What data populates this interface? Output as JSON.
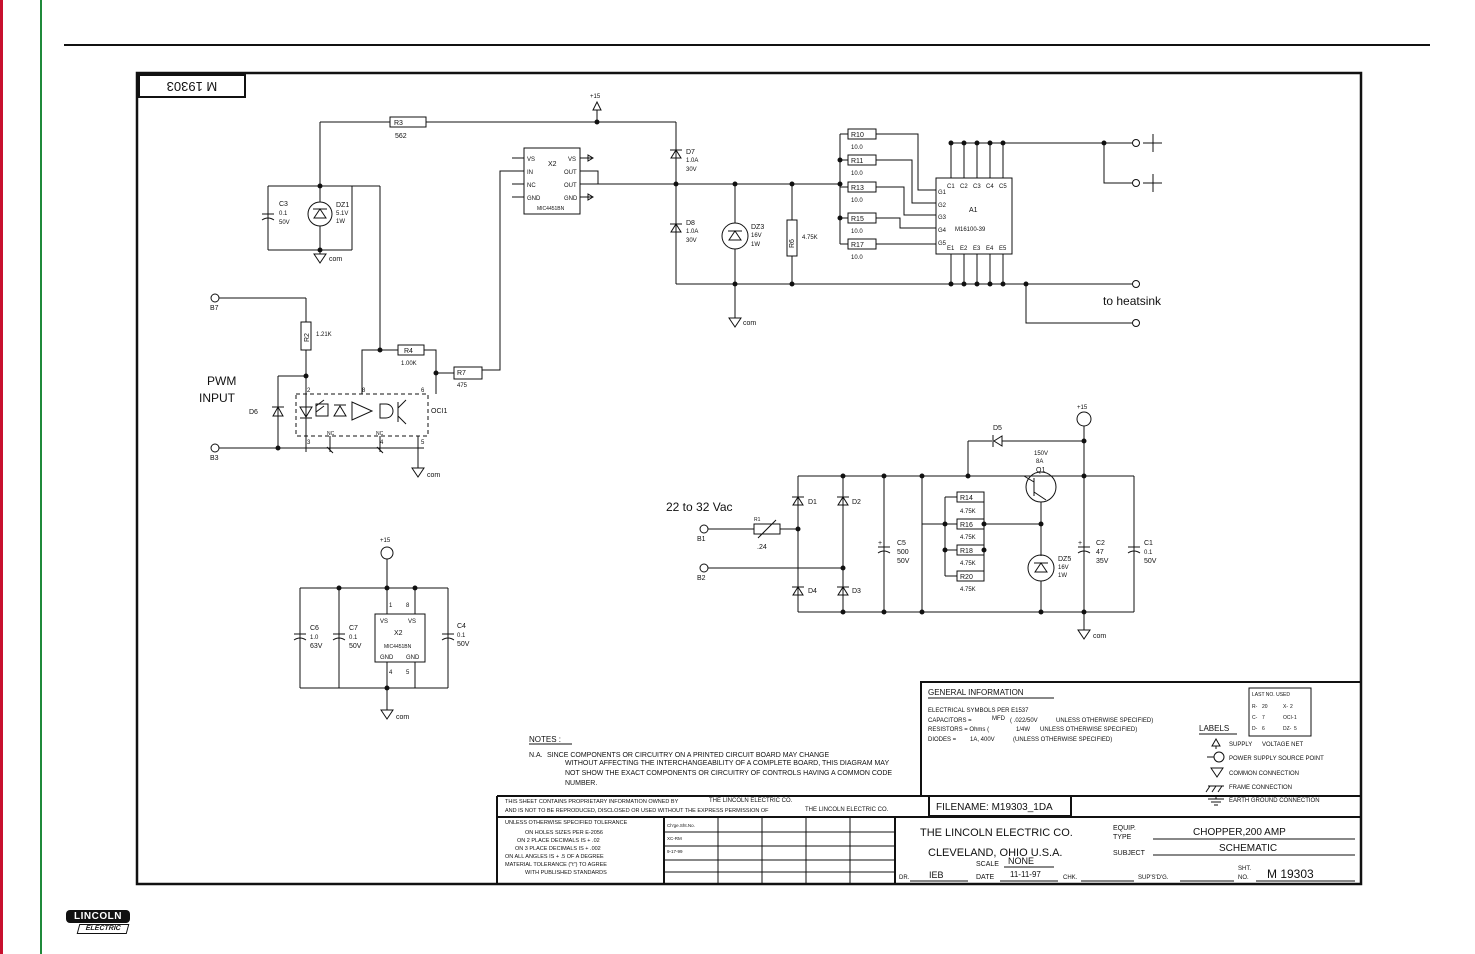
{
  "drawing": {
    "number_box": "M 19303",
    "title_text_at_top": "M 19303"
  },
  "signal": {
    "pwm_input": "PWM",
    "input_word": "INPUT",
    "to_heatsink": "to heatsink",
    "ac_input": "22 to 32 Vac",
    "plus15": "+15",
    "com": "com"
  },
  "parts": {
    "R3": "R3",
    "R3v": "562",
    "C3": "C3",
    "C3v1": "0.1",
    "C3v2": "50V",
    "DZ1": "DZ1",
    "DZ1v1": "5.1V",
    "DZ1v2": "1W",
    "X2": "X2",
    "X2chip": "MIC4451BN",
    "X2pins": [
      "VS",
      "IN",
      "NC",
      "GND",
      "VS",
      "OUT",
      "OUT",
      "GND"
    ],
    "D7": "D7",
    "D7v1": "1.0A",
    "D7v2": "30V",
    "D8": "D8",
    "D8v1": "1.0A",
    "D8v2": "30V",
    "DZ3": "DZ3",
    "DZ3v1": "16V",
    "DZ3v2": "1W",
    "R6": "R6",
    "R6v": "4.75K",
    "R10": "R10",
    "R11": "R11",
    "R13": "R13",
    "R15": "R15",
    "R17": "R17",
    "rgate": "10.0",
    "A1": "A1",
    "A1part": "M16100-39",
    "A1top": [
      "C1",
      "C2",
      "C3",
      "C4",
      "C5"
    ],
    "A1bot": [
      "E1",
      "E2",
      "E3",
      "E4",
      "E5"
    ],
    "A1left": [
      "G1",
      "G2",
      "G3",
      "G4",
      "G5"
    ],
    "B7": "B7",
    "B3": "B3",
    "B1": "B1",
    "B2": "B2",
    "R2": "R2",
    "R2v": "1.21K",
    "R4": "R4",
    "R4v": "1.00K",
    "R7": "R7",
    "R7v": "475",
    "D6": "D6",
    "OCI1": "OCI1",
    "NC": "NC",
    "C6": "C6",
    "C6v1": "1.0",
    "C6v2": "63V",
    "C7": "C7",
    "C7v1": "0.1",
    "C7v2": "50V",
    "C4": "C4",
    "C4v1": "0.1",
    "C4v2": "50V",
    "R1": "R1",
    "R1v": ".24",
    "D1": "D1",
    "D2": "D2",
    "D3": "D3",
    "D4": "D4",
    "D5": "D5",
    "C5": "C5",
    "C5v1": "500",
    "C5v2": "50V",
    "R14": "R14",
    "R16": "R16",
    "R18": "R18",
    "R20": "R20",
    "rbal": "4.75K",
    "Q1": "Q1",
    "Q1v1": "150V",
    "Q1v2": "8A",
    "DZ5": "DZ5",
    "DZ5v1": "16V",
    "DZ5v2": "1W",
    "C2": "C2",
    "C2v1": "47",
    "C2v2": "35V",
    "C1": "C1",
    "C1v1": "0.1",
    "C1v2": "50V"
  },
  "notes": {
    "heading": "NOTES :",
    "na": "N.A.",
    "line1": "SINCE COMPONENTS OR CIRCUITRY ON A PRINTED CIRCUIT BOARD MAY CHANGE",
    "line2": "WITHOUT AFFECTING THE INTERCHANGEABILITY OF A COMPLETE BOARD, THIS DIAGRAM MAY",
    "line3": "NOT SHOW THE EXACT COMPONENTS OR CIRCUITRY OF CONTROLS HAVING A COMMON CODE",
    "line4": "NUMBER."
  },
  "general": {
    "heading": "GENERAL INFORMATION",
    "l1": "ELECTRICAL SYMBOLS PER E1537",
    "l2a": "CAPACITORS =",
    "l2b": "MFD",
    "l2c": "( .022/50V",
    "l2d": "UNLESS OTHERWISE SPECIFIED)",
    "l3a": "RESISTORS = Ohms (",
    "l3b": "1/4W",
    "l3c": "UNLESS OTHERWISE SPECIFIED)",
    "l4a": "DIODES =",
    "l4b": "1A, 400V",
    "l4c": "(UNLESS OTHERWISE SPECIFIED)"
  },
  "last_no_used": {
    "heading": "LAST NO. USED",
    "rows": [
      [
        "R-",
        "20",
        "X-",
        "2"
      ],
      [
        "C-",
        "7",
        "OCI-",
        "1"
      ],
      [
        "D-",
        "6",
        "DZ-",
        "5"
      ]
    ]
  },
  "labels_legend": {
    "heading": "LABELS",
    "supply": "SUPPLY",
    "voltage_net": "VOLTAGE NET",
    "source": "POWER SUPPLY SOURCE POINT",
    "common": "COMMON CONNECTION",
    "frame": "FRAME CONNECTION",
    "earth": "EARTH GROUND CONNECTION"
  },
  "title_block": {
    "filename": "FILENAME:  M19303_1DA",
    "prop1": "THIS SHEET CONTAINS PROPRIETARY INFORMATION OWNED BY",
    "prop_owner1": "THE LINCOLN ELECTRIC CO.",
    "prop2": "AND IS NOT TO BE REPRODUCED, DISCLOSED OR USED WITHOUT THE EXPRESS PERMISSION OF",
    "prop_owner2": "THE LINCOLN ELECTRIC CO.",
    "tol1": "UNLESS OTHERWISE SPECIFIED TOLERANCE",
    "tol2": "ON HOLES SIZES PER E-2056",
    "tol3": "ON 2 PLACE DECIMALS IS + .02",
    "tol4": "ON 3 PLACE DECIMALS IS + .002",
    "tol5": "ON ALL ANGLES IS + .5 OF A DEGREE",
    "tol6": "MATERIAL TOLERANCE (\"t\") TO AGREE",
    "tol7": "WITH PUBLISHED STANDARDS",
    "rev1": "Ch'ge.Sht.No.",
    "rev2": "XC-RM",
    "rev3": "9-17-99",
    "company": "THE LINCOLN ELECTRIC CO.",
    "city": "CLEVELAND, OHIO U.S.A.",
    "equip_label": "EQUIP.",
    "type_label": "TYPE",
    "equip_value": "CHOPPER,200 AMP",
    "subject_label": "SUBJECT",
    "subject_value": "SCHEMATIC",
    "scale_label": "SCALE",
    "scale_value": "NONE",
    "dr_label": "DR.",
    "dr_value": "IEB",
    "date_label": "DATE",
    "date_value": "11-11-97",
    "chk_label": "CHK.",
    "sup_label": "SUP'S'D'G.",
    "sht_label": "SHT.",
    "no_label": "NO.",
    "sht_value": "M 19303"
  },
  "logo": {
    "top": "LINCOLN",
    "bottom": "ELECTRIC"
  }
}
